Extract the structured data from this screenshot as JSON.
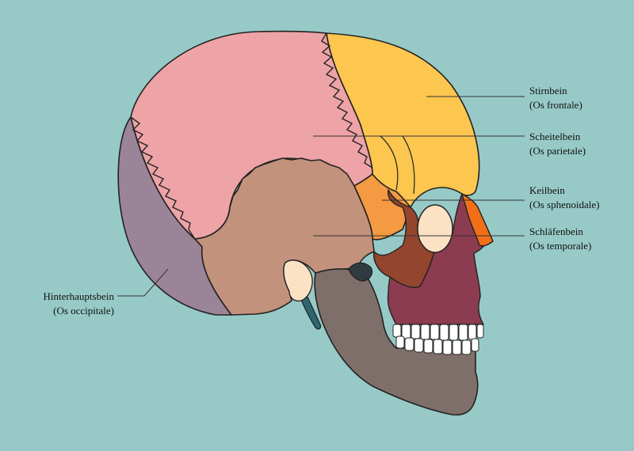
{
  "colors": {
    "background": "#97cac6",
    "frontal": "#fcc64f",
    "parietal": "#eea3a6",
    "occipital": "#9b8498",
    "temporal": "#c3927c",
    "sphenoid": "#f39a42",
    "zygomatic": "#93452e",
    "maxilla": "#8c3c51",
    "mandible": "#7f6f6a",
    "nasal": "#f26f17",
    "orbit": "#fbe2c4",
    "teeth": "#ffffff",
    "ear_canal": "#2f6671"
  },
  "labels": [
    {
      "id": "frontal",
      "name": "Stirnbein",
      "latin": "(Os frontale)"
    },
    {
      "id": "parietal",
      "name": "Scheitelbein",
      "latin": "(Os parietale)"
    },
    {
      "id": "sphenoid",
      "name": "Keilbein",
      "latin": "(Os sphenoidale)"
    },
    {
      "id": "temporal",
      "name": "Schläfenbein",
      "latin": "(Os temporale)"
    },
    {
      "id": "occipital",
      "name": "Hinterhauptsbein",
      "latin": "(Os occipitale)"
    }
  ]
}
